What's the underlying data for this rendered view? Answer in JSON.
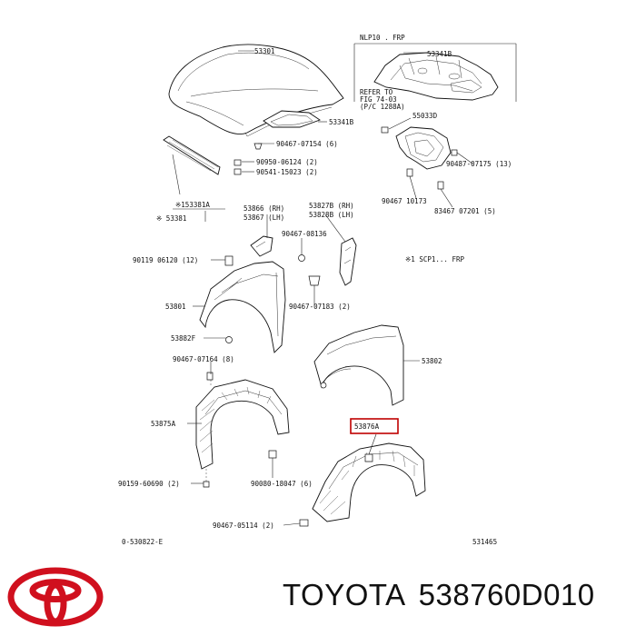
{
  "labels": {
    "hood": "53301",
    "nlp_frp": "NLP10 . FRP",
    "hood_insulator": "53341B",
    "refer_to_line1": "REFER TO",
    "refer_to_line2": "FIG 74-03",
    "refer_to_line3": "(P/C 1288A)",
    "hood_seal": "53341B",
    "clip_1": "90467-07154 (6)",
    "clip_2": "90950-06124 (2)",
    "clip_3": "90541-15023 (2)",
    "bracket_530d": "55033D",
    "clip_4": "90487-07175 (13)",
    "clip_5": "90467 10173",
    "clip_6": "83467 07201 (5)",
    "seal_a": "※153381A",
    "seal_b": "※ 53381",
    "fender_rh": "53866 (RH)",
    "fender_lh": "53867 (LH)",
    "liner_rh": "53827B (RH)",
    "liner_lh": "53828B (LH)",
    "clip_7": "90467-08136",
    "bolt_1": "90119 06120 (12)",
    "note_frp": "※1 SCP1... FRP",
    "fender_left": "53801",
    "clip_8": "90467-07183 (2)",
    "seal_f": "53882F",
    "fender_right": "53802",
    "clip_9": "90467-07164 (8)",
    "liner_left": "53875A",
    "liner_right": "53876A",
    "screw_1": "90159-60690 (2)",
    "screw_2": "90080-18047 (6)",
    "clip_10": "90467-05114 (2)",
    "fig_code": "0-530822-E",
    "fig_num": "531465"
  },
  "footer": {
    "brand": "TOYOTA",
    "part_number": "538760D010"
  },
  "colors": {
    "highlight": "#c00000",
    "logo": "#d0101e",
    "ink": "#111111"
  },
  "icons": {
    "logo": "toyota-logo"
  }
}
